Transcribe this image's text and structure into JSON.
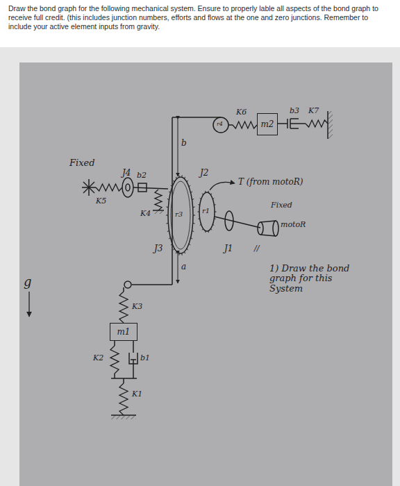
{
  "diagram": {
    "title": "Draw the bond graph for the following mechanical system. Ensure to properly lable all aspects of the bond graph to receive full credit. (this includes junction numbers, efforts and flows at the one and zero junctions. Remember to include your active element inputs from gravity.",
    "nodes": [
      {
        "text": [
          "m2"
        ]
      },
      {
        "text": [
          "m1"
        ]
      }
    ],
    "labels": [
      "Fixed",
      "J4",
      "K5",
      "b2",
      "K4",
      "J3",
      "r3",
      "b",
      "a",
      "J2",
      "r1",
      "J1",
      "r4",
      "K6",
      "b3",
      "K7",
      "T (from motoR)",
      "Fixed",
      "motoR",
      "//",
      "K3",
      "K2",
      "b1",
      "K1",
      "g",
      "1) Draw the bond graph for this System"
    ]
  }
}
